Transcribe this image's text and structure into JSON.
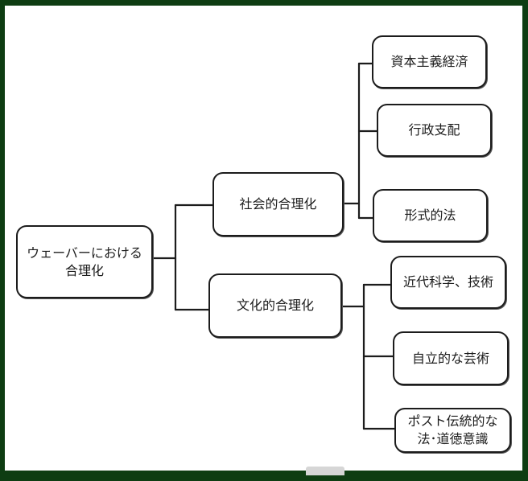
{
  "diagram": {
    "root": {
      "line1": "ウェーバーにおける",
      "line2": "合理化"
    },
    "social": {
      "label": "社会的合理化",
      "children": [
        "資本主義経済",
        "行政支配",
        "形式的法"
      ]
    },
    "cultural": {
      "label": "文化的合理化",
      "children": [
        "近代科学、技術",
        "自立的な芸術"
      ],
      "last_child": {
        "line1": "ポスト伝統的な",
        "line2": "法･道徳意識"
      }
    }
  },
  "colors": {
    "frame": "#0e3d12",
    "canvas": "#ffffff",
    "stroke": "#1c1c1c"
  }
}
